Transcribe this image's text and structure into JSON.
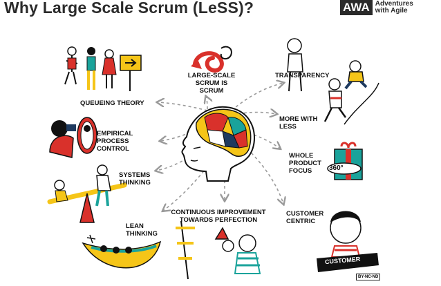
{
  "title": "Why Large Scale Scrum (LeSS)?",
  "logo": {
    "abbr": "AWA",
    "tagline": "Adventures with Agile"
  },
  "principles": {
    "large_scale": "LARGE-SCALE SCRUM IS SCRUM",
    "transparency": "TRANSPARENCY",
    "queueing": "QUEUEING THEORY",
    "more_less": "MORE WITH LESS",
    "empirical": "EMPIRICAL PROCESS CONTROL",
    "whole_product": "WHOLE PRODUCT FOCUS",
    "systems": "SYSTEMS THINKING",
    "customer": "CUSTOMER CENTRIC",
    "lean": "LEAN THINKING",
    "continuous": "CONTINUOUS IMPROVEMENT TOWARDS PERFECTION"
  },
  "badges": {
    "gift_label": "360°",
    "banner": "CUSTOMER"
  },
  "license": "BY-NC-ND",
  "colors": {
    "red": "#d9312b",
    "yellow": "#f5c518",
    "teal": "#1aa39b",
    "navy": "#1e3a5f",
    "ink": "#111111"
  }
}
